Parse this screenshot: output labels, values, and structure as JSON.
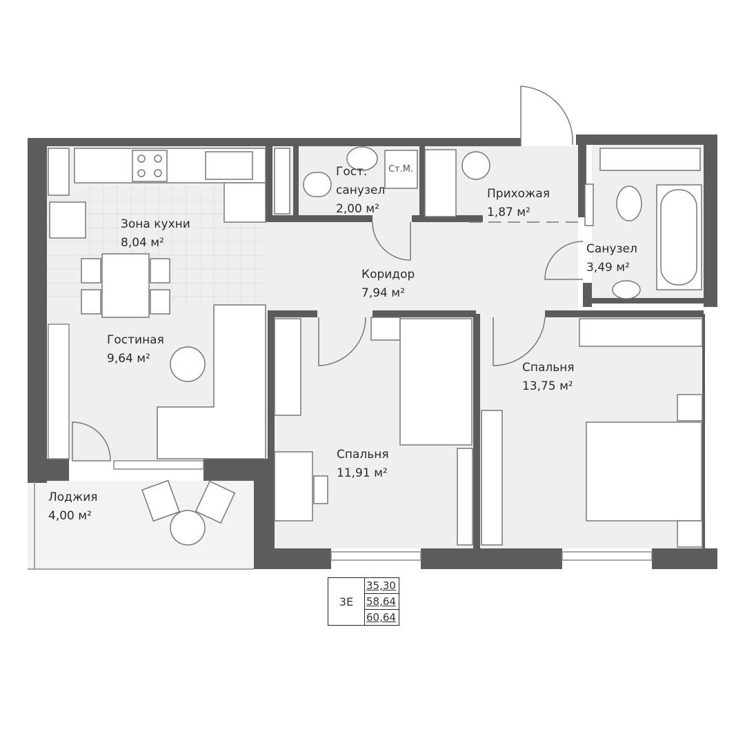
{
  "rooms": {
    "kitchen": {
      "name": "Зона кухни",
      "area": "8,04 м²"
    },
    "guest_wc": {
      "name_line1": "Гост.",
      "name_line2": "санузел",
      "area": "2,00 м²",
      "appliance": "Ст.М."
    },
    "hall": {
      "name": "Прихожая",
      "area": "1,87 м²"
    },
    "bathroom": {
      "name": "Санузел",
      "area": "3,49 м²"
    },
    "corridor": {
      "name": "Коридор",
      "area": "7,94 м²"
    },
    "living": {
      "name": "Гостиная",
      "area": "9,64 м²"
    },
    "bedroom_large": {
      "name": "Спальня",
      "area": "13,75 м²"
    },
    "bedroom_small": {
      "name": "Спальня",
      "area": "11,91 м²"
    },
    "loggia": {
      "name": "Лоджия",
      "area": "4,00 м²"
    }
  },
  "legend": {
    "code": "3E",
    "values": [
      "35,30",
      "58,64",
      "60,64"
    ]
  },
  "colors": {
    "wall": "#5c5c5c",
    "floor": "#efefef",
    "furniture": "#ffffff",
    "line": "#777777"
  }
}
